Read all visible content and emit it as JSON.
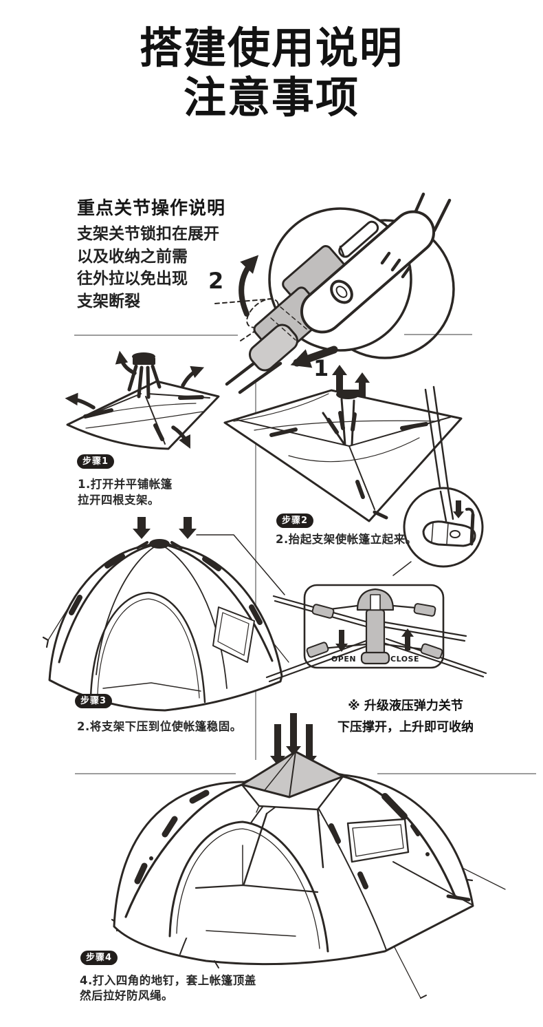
{
  "colors": {
    "ink": "#2b2724",
    "gray_fill": "#c0bebd",
    "tent_top_gray": "#c9c7c6",
    "divider": "#9c9c9c",
    "badge_bg": "#211d1b",
    "badge_text": "#ffffff",
    "background": "#ffffff"
  },
  "title": {
    "line1": "搭建使用说明",
    "line2": "注意事项"
  },
  "key_section": {
    "heading": "重点关节操作说明",
    "body_lines": [
      "支架关节锁扣在展开",
      "以及收纳之前需",
      "往外拉以免出现",
      "支架断裂"
    ],
    "num_pull_out": "1",
    "num_rotate": "2"
  },
  "steps": [
    {
      "badge": "步骤1",
      "captions": [
        "1.打开并平铺帐篷",
        "拉开四根支架。"
      ]
    },
    {
      "badge": "步骤2",
      "captions": [
        "2.抬起支架使帐篷立起来。"
      ]
    },
    {
      "badge": "步骤3",
      "captions": [
        "2.将支架下压到位使帐篷稳固。"
      ]
    },
    {
      "badge": "步骤4",
      "captions": [
        "4.打入四角的地钉，套上帐篷顶盖",
        "然后拉好防风绳。"
      ]
    }
  ],
  "hub_inset": {
    "open_label": "OPEN",
    "close_label": "CLOSE"
  },
  "note": {
    "line1": "※ 升级液压弹力关节",
    "line2": "下压撑开，上升即可收纳"
  }
}
